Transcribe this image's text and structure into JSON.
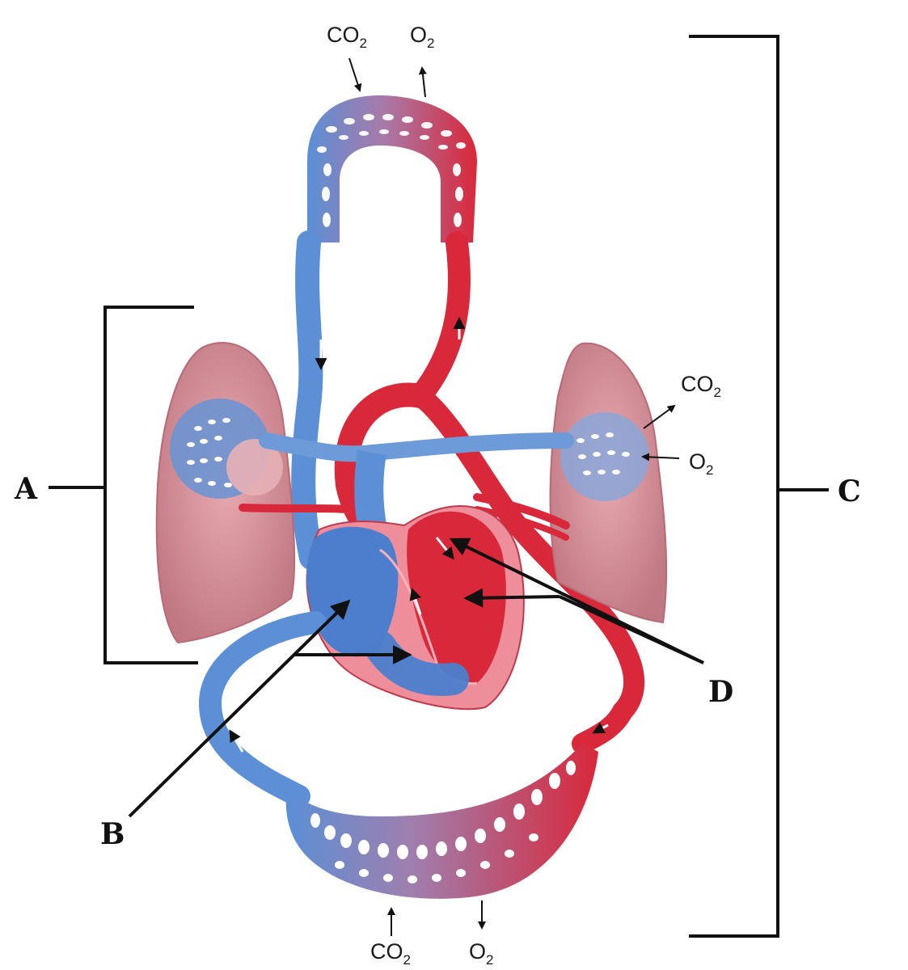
{
  "labels": {
    "A": "A",
    "B": "B",
    "C": "C",
    "D": "D"
  },
  "gas_exchange": {
    "top_in": {
      "base": "CO",
      "sub": "2"
    },
    "top_out": {
      "base": "O",
      "sub": "2"
    },
    "right_lung_out": {
      "base": "CO",
      "sub": "2"
    },
    "right_lung_in": {
      "base": "O",
      "sub": "2"
    },
    "bottom_in": {
      "base": "CO",
      "sub": "2"
    },
    "bottom_out": {
      "base": "O",
      "sub": "2"
    }
  },
  "colors": {
    "oxygenated": "#d9283a",
    "deoxygenated": "#5b8fd6",
    "lung": "#d9909a",
    "lung_dark": "#b86a78",
    "line": "#111111"
  }
}
